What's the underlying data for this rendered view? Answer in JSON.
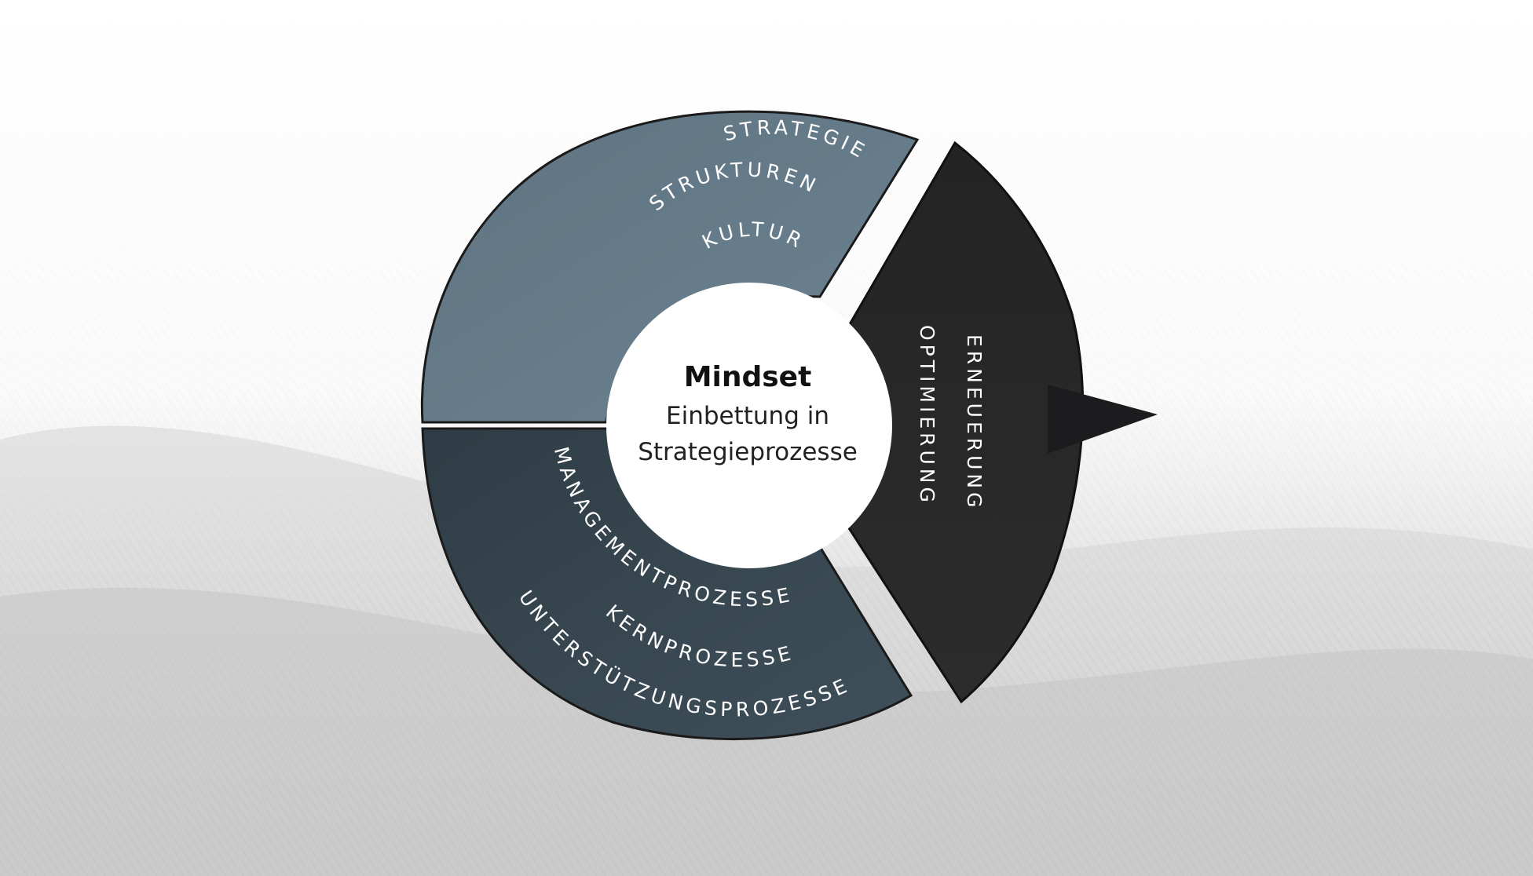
{
  "center": {
    "title": "Mindset",
    "line1": "Einbettung in",
    "line2": "Strategieprozesse"
  },
  "segment_top": {
    "labels": [
      "STRATEGIE",
      "STRUKTUREN",
      "KULTUR"
    ],
    "color": "#607684"
  },
  "segment_bottom": {
    "labels": [
      "MANAGEMENTPROZESSE",
      "KERNPROZESSE",
      "UNTERSTÜTZUNGSPROZESSE"
    ],
    "color": "#34424b"
  },
  "segment_right": {
    "labels": [
      "ERNEUERUNG",
      "OPTIMIERUNG"
    ],
    "color": "#262626"
  },
  "colors": {
    "arrow": "#1c1c1e",
    "outline": "#1a1a1a",
    "center_fill": "#ffffff"
  }
}
